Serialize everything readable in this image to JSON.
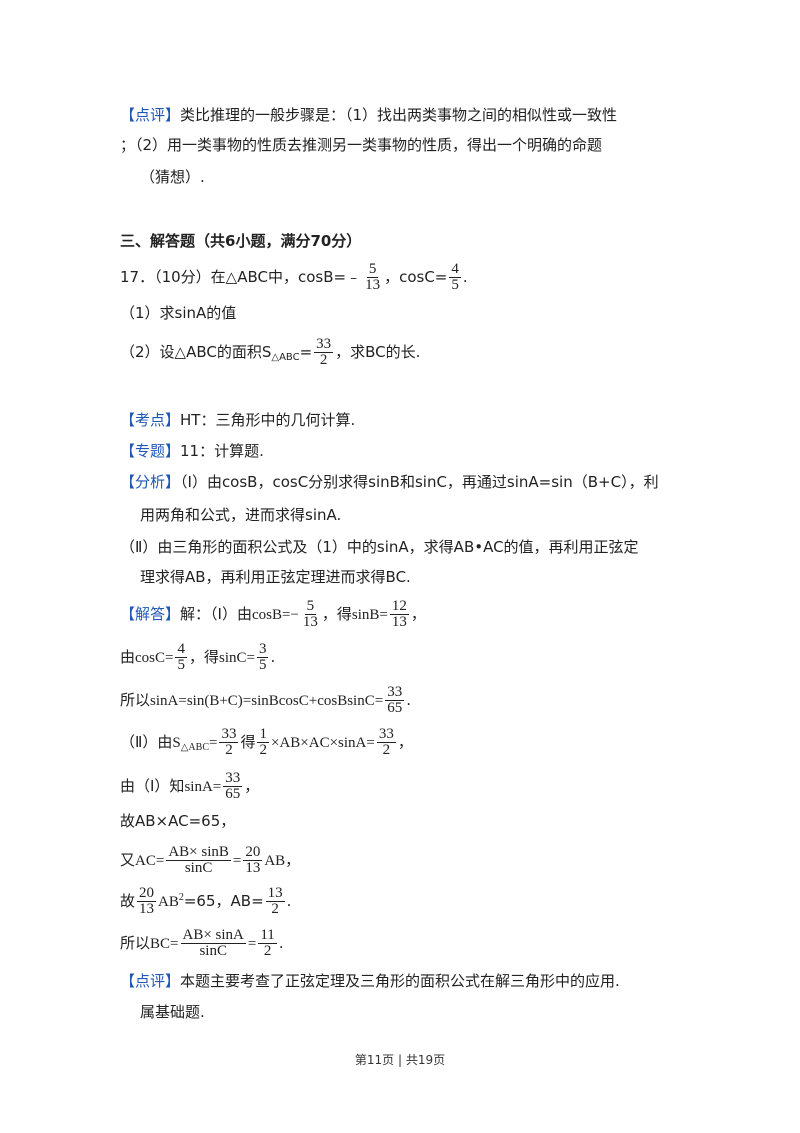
{
  "prev_comment": {
    "tag": "【点评】",
    "l1": "类比推理的一般步骤是：（1）找出两类事物之间的相似性或一致性",
    "l2": "；（2）用一类事物的性质去推测另一类事物的性质，得出一个明确的命题",
    "l3": "（猜想）."
  },
  "section_title": "三、解答题（共6小题，满分70分）",
  "problem": {
    "number": "17．（10分）在△ABC中，cosB=﹣",
    "cosB_num": "5",
    "cosB_den": "13",
    "mid": "，cosC=",
    "cosC_num": "4",
    "cosC_den": "5",
    "end": ".",
    "q1": "（1）求sinA的值",
    "q2_a": "（2）设△ABC的面积S",
    "q2_sub": "△ABC",
    "q2_eq": "=",
    "q2_num": "33",
    "q2_den": "2",
    "q2_b": "，求BC的长."
  },
  "kaodian": {
    "tag": "【考点】",
    "text": "HT：三角形中的几何计算."
  },
  "zhuanti": {
    "tag": "【专题】",
    "text": "11：计算题."
  },
  "fenxi": {
    "tag": "【分析】",
    "l1": "（Ⅰ）由cosB，cosC分别求得sinB和sinC，再通过sinA=sin（B+C），利",
    "l2": "用两角和公式，进而求得sinA.",
    "l3": "（Ⅱ）由三角形的面积公式及（1）中的sinA，求得AB•AC的值，再利用正弦定",
    "l4": "理求得AB，再利用正弦定理进而求得BC."
  },
  "jieda": {
    "tag": "【解答】",
    "s1_a": "解：（Ⅰ）由",
    "s1_m": "cosB=−",
    "s1_n1": "5",
    "s1_d1": "13",
    "s1_b": "，得",
    "s1_m2": "sinB=",
    "s1_n2": "12",
    "s1_d2": "13",
    "s1_c": "，",
    "s2_a": "由",
    "s2_m": "cosC=",
    "s2_n1": "4",
    "s2_d1": "5",
    "s2_b": "，得",
    "s2_m2": "sinC=",
    "s2_n2": "3",
    "s2_d2": "5",
    "s2_c": ".",
    "s3_a": "所以",
    "s3_m": "sinA=sin(B+C)=sinBcosC+cosBsinC=",
    "s3_n": "33",
    "s3_d": "65",
    "s3_c": ".",
    "s4_a": "（Ⅱ）由",
    "s4_S": "S",
    "s4_sub": "△ABC",
    "s4_eq": "=",
    "s4_n1": "33",
    "s4_d1": "2",
    "s4_b": "得",
    "s4_n2": "1",
    "s4_d2": "2",
    "s4_m": "×AB×AC×sinA=",
    "s4_n3": "33",
    "s4_d3": "2",
    "s4_c": "，",
    "s5_a": "由（Ⅰ）知",
    "s5_m": "sinA=",
    "s5_n": "33",
    "s5_d": "65",
    "s5_c": "，",
    "s6": "故AB×AC=65，",
    "s7_a": "又",
    "s7_m": "AC=",
    "s7_n1": "AB× sinB",
    "s7_d1": "sinC",
    "s7_eq": "=",
    "s7_n2": "20",
    "s7_d2": "13",
    "s7_c": "AB，",
    "s8_a": "故",
    "s8_n1": "20",
    "s8_d1": "13",
    "s8_m": "AB",
    "s8_sup": "2",
    "s8_b": "=65，AB=",
    "s8_n2": "13",
    "s8_d2": "2",
    "s8_c": ".",
    "s9_a": "所以",
    "s9_m": "BC=",
    "s9_n1": "AB× sinA",
    "s9_d1": "sinC",
    "s9_eq": "=",
    "s9_n2": "11",
    "s9_d2": "2",
    "s9_c": "."
  },
  "dianping": {
    "tag": "【点评】",
    "l1": "本题主要考查了正弦定理及三角形的面积公式在解三角形中的应用.",
    "l2": "属基础题."
  },
  "footer": "第11页 | 共19页"
}
